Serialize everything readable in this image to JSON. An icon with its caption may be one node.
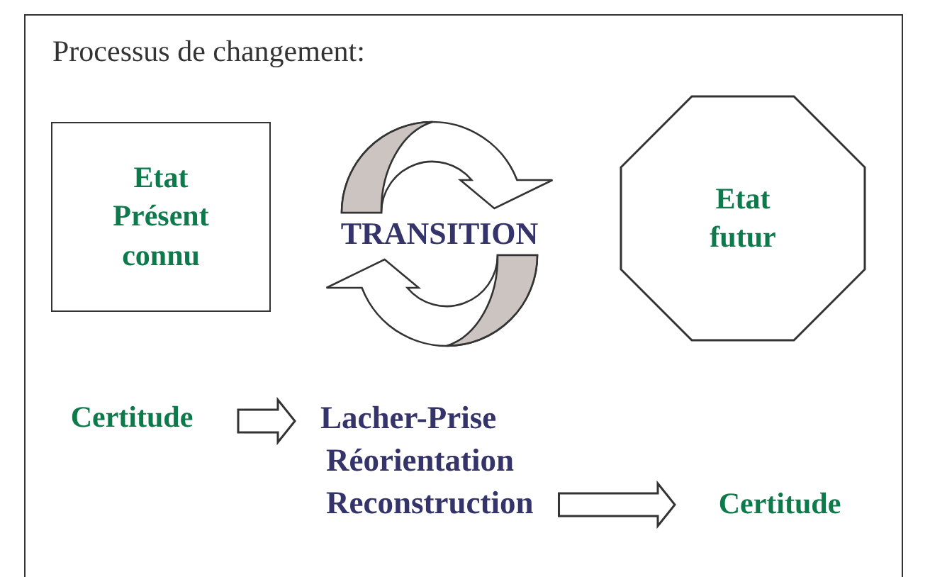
{
  "diagram": {
    "title": "Processus de changement:",
    "nodes": [
      {
        "text": [
          "Etat Présent connu"
        ]
      },
      {
        "text": [
          "TRANSITION"
        ]
      },
      {
        "text": [
          "Etat futur"
        ]
      },
      {
        "text": [
          "Certitude"
        ]
      },
      {
        "text": [
          "Lacher-Prise",
          "Réorientation",
          "Reconstruction"
        ]
      },
      {
        "text": [
          "Certitude"
        ]
      }
    ],
    "edges": [
      {
        "from": 3,
        "to": 4,
        "arrow": "to"
      },
      {
        "from": 4,
        "to": 5,
        "arrow": "to"
      }
    ]
  }
}
